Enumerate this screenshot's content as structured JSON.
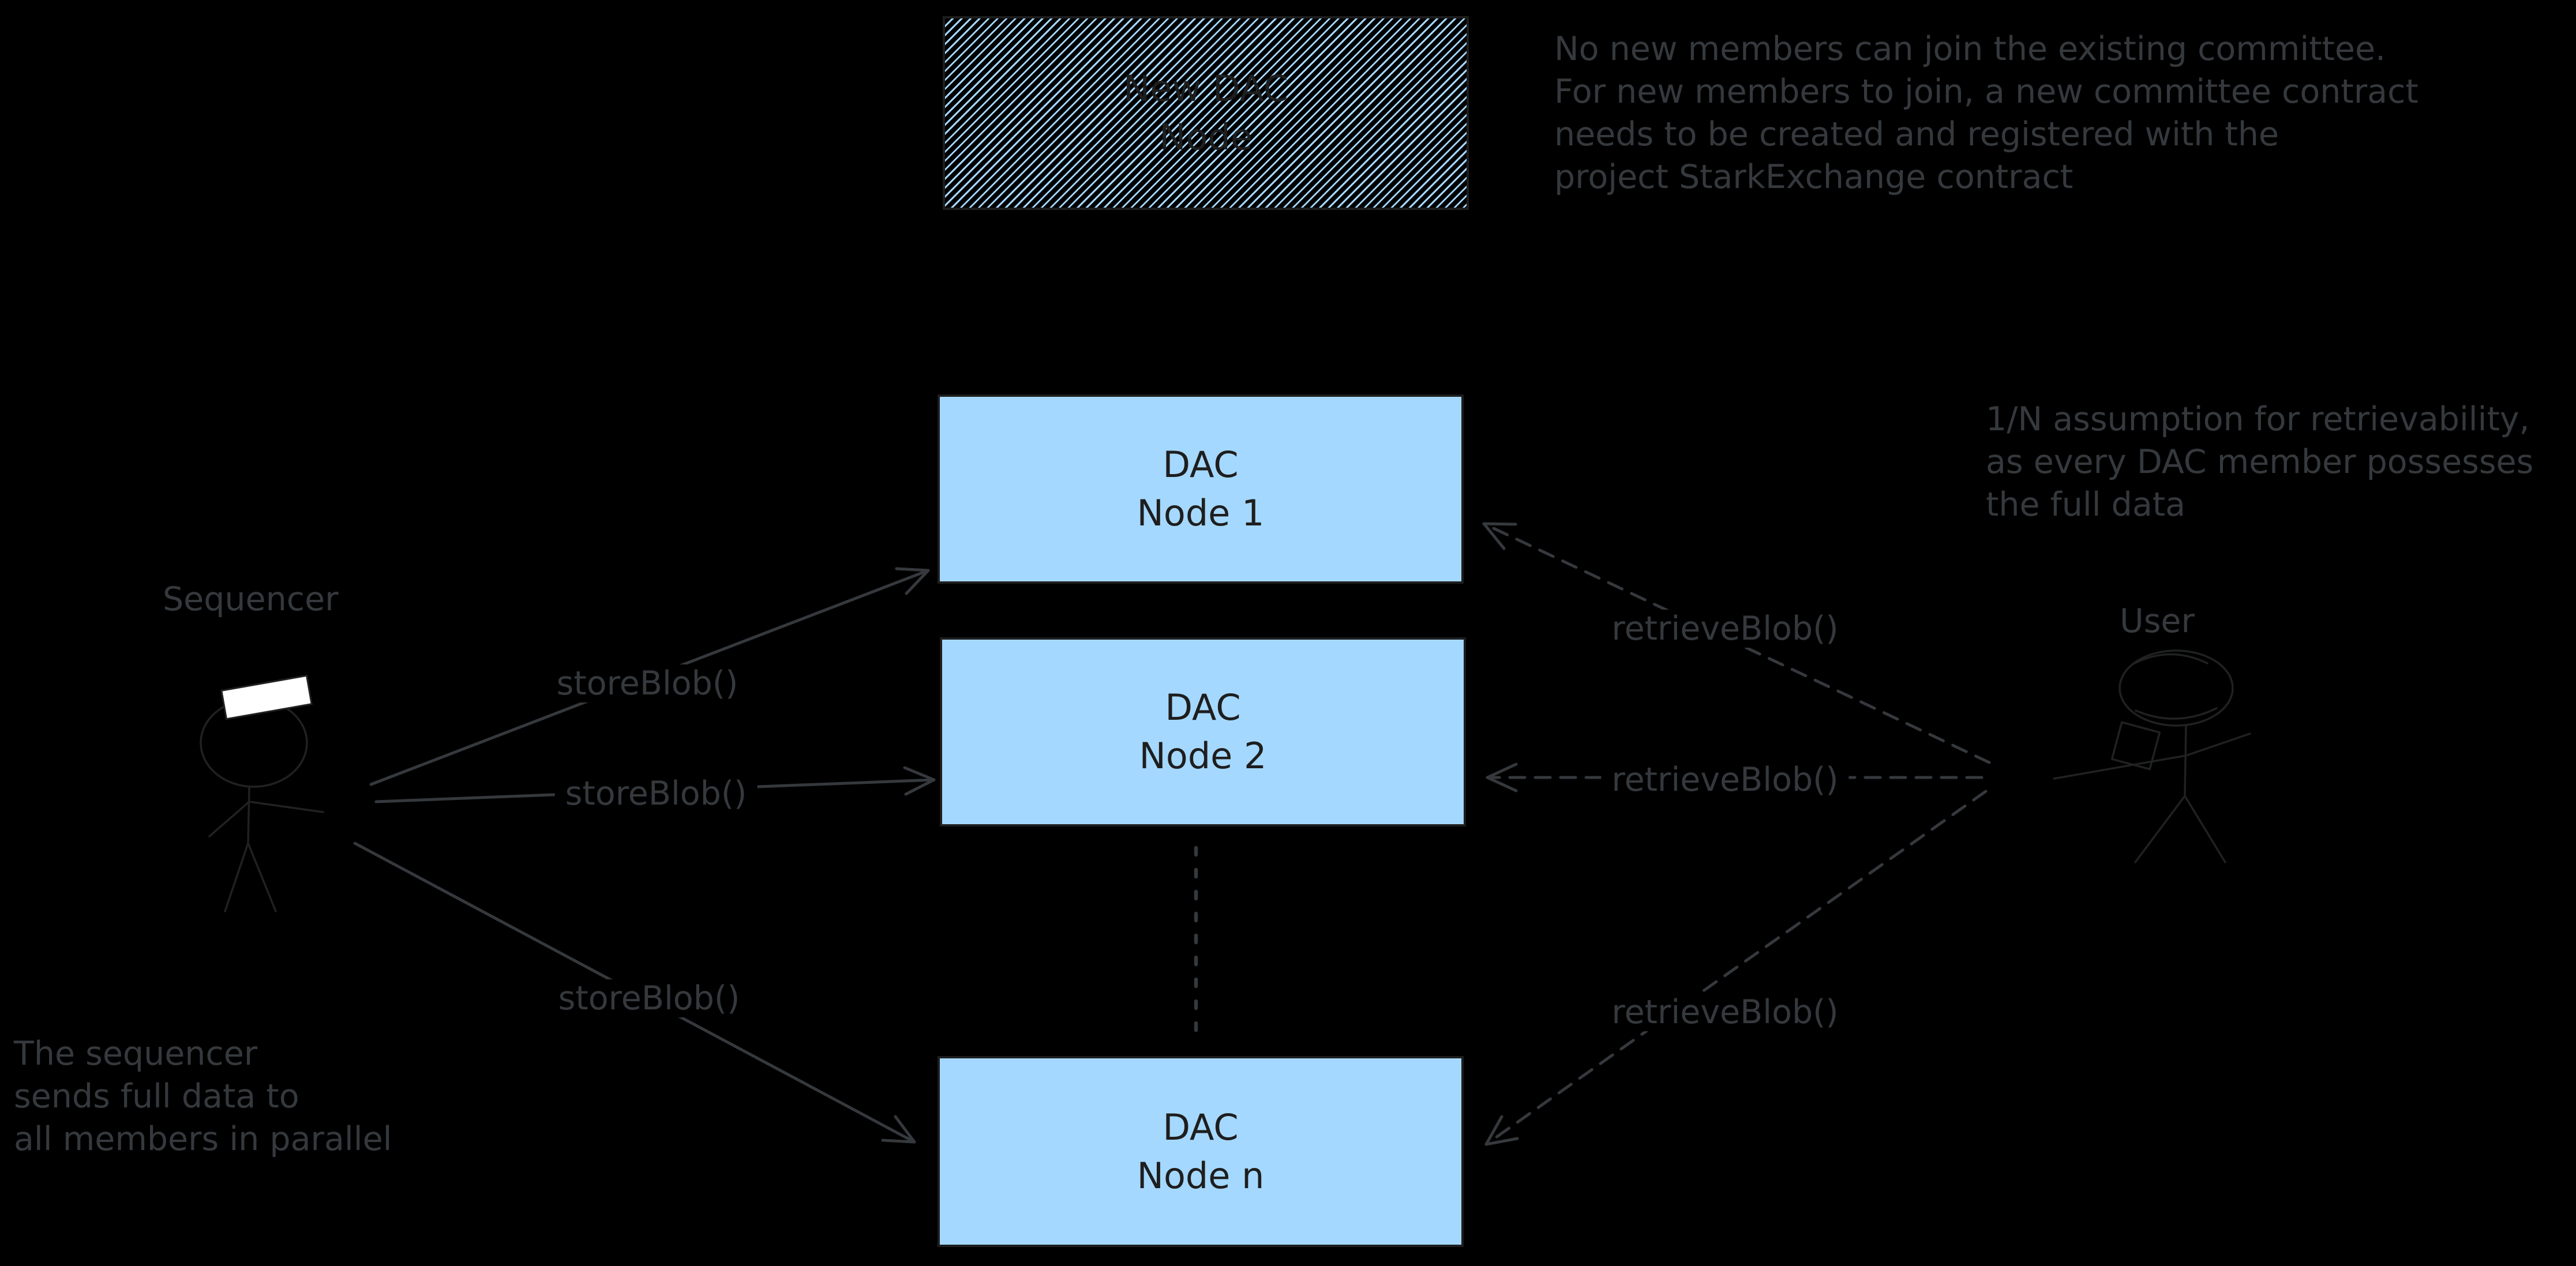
{
  "colors": {
    "background": "#000000",
    "node_fill": "#a5d8ff",
    "node_stroke": "#1e1e1e",
    "node_text": "#1e1e1e",
    "annotation": "#35393d",
    "figure": "#202122",
    "hat_fill": "#ffffff"
  },
  "boxes": {
    "new_dac": {
      "lines": [
        "New DAC",
        "Node"
      ]
    },
    "node1": {
      "lines": [
        "DAC",
        "Node 1"
      ]
    },
    "node2": {
      "lines": [
        "DAC",
        "Node 2"
      ]
    },
    "node_n": {
      "lines": [
        "DAC",
        "Node n"
      ]
    }
  },
  "actors": {
    "sequencer_label": "Sequencer",
    "user_label": "User"
  },
  "edges": {
    "store_blob_1": "storeBlob()",
    "store_blob_2": "storeBlob()",
    "store_blob_3": "storeBlob()",
    "retrieve_blob_1": "retrieveBlob()",
    "retrieve_blob_2": "retrieveBlob()",
    "retrieve_blob_3": "retrieveBlob()"
  },
  "annotations": {
    "committee_note": {
      "lines": [
        "No new members can join the existing committee.",
        "For new members to join, a new committee contract",
        "needs to be created and registered with the",
        "project StarkExchange contract"
      ]
    },
    "retrievability_note": {
      "lines": [
        "1/N assumption for retrievability,",
        "as every DAC member possesses",
        "the full data"
      ]
    },
    "sequencer_note": {
      "lines": [
        "The sequencer",
        "sends full data to",
        "all members in parallel"
      ]
    }
  }
}
